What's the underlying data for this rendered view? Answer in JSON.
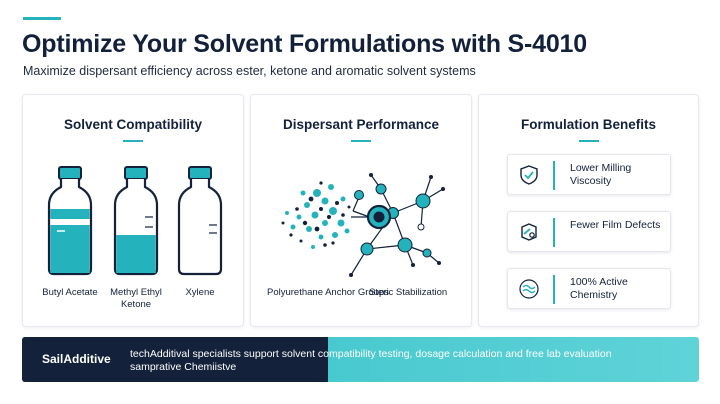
{
  "header": {
    "title": "Optimize Your Solvent Formulations with S-4010",
    "subtitle": "Maximize dispersant efficiency across ester, ketone and aromatic solvent systems"
  },
  "panels": [
    {
      "title": "Solvent Compatibility",
      "bottles": [
        {
          "label": "Butyl Acetate",
          "fill": "banded"
        },
        {
          "label": "Methyl Ethyl Ketone",
          "fill": "half"
        },
        {
          "label": "Xylene",
          "fill": "empty"
        }
      ]
    },
    {
      "title": "Dispersant Performance",
      "labels": [
        "Polyurethane Anchor Groups",
        "Steric Stabilization"
      ]
    },
    {
      "title": "Formulation Benefits",
      "benefits": [
        {
          "label": "Lower Milling Viscosity",
          "icon": "shield-check-icon"
        },
        {
          "label": "Fewer Film Defects",
          "icon": "film-repair-icon"
        },
        {
          "label": "100% Active Chemistry",
          "icon": "wave-chemistry-icon"
        }
      ]
    }
  ],
  "footer": {
    "brand": "SailAdditive",
    "line1": "techAdditival specialists support solvent compatibility testing, dosage calculation and free lab evaluation",
    "line2": "samprative Chemiistvе"
  },
  "colors": {
    "accent": "#24b3bd",
    "navy": "#14213a"
  }
}
